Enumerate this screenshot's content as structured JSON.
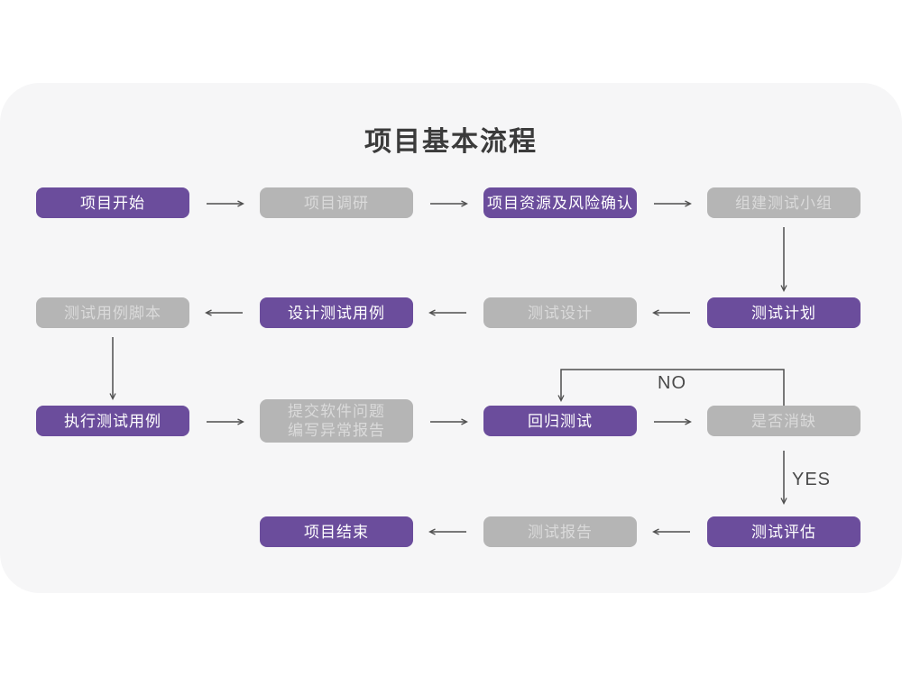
{
  "title": "项目基本流程",
  "colors": {
    "node_purple": "#6b4d9c",
    "node_gray": "#b5b5b5",
    "node_gray_text": "#dadada",
    "node_purple_text": "#ffffff",
    "card_background": "#f6f6f7",
    "page_background": "#ffffff",
    "arrow": "#4f4f4f",
    "title_text": "#3b3b3b"
  },
  "nodes": [
    {
      "id": "project-start",
      "label": "项目开始",
      "style": "purple"
    },
    {
      "id": "project-research",
      "label": "项目调研",
      "style": "gray"
    },
    {
      "id": "resource-risk",
      "label": "项目资源及风险确认",
      "style": "purple"
    },
    {
      "id": "build-test-team",
      "label": "组建测试小组",
      "style": "gray"
    },
    {
      "id": "test-plan",
      "label": "测试计划",
      "style": "purple"
    },
    {
      "id": "test-design",
      "label": "测试设计",
      "style": "gray"
    },
    {
      "id": "design-test-case",
      "label": "设计测试用例",
      "style": "purple"
    },
    {
      "id": "test-case-script",
      "label": "测试用例脚本",
      "style": "gray"
    },
    {
      "id": "run-test-case",
      "label": "执行测试用例",
      "style": "purple"
    },
    {
      "id": "submit-issue-report",
      "label": "提交软件问题\n编写异常报告",
      "style": "gray"
    },
    {
      "id": "regression-test",
      "label": "回归测试",
      "style": "purple"
    },
    {
      "id": "defect-cleared",
      "label": "是否消缺",
      "style": "gray"
    },
    {
      "id": "test-evaluation",
      "label": "测试评估",
      "style": "purple"
    },
    {
      "id": "test-report",
      "label": "测试报告",
      "style": "gray"
    },
    {
      "id": "project-end",
      "label": "项目结束",
      "style": "purple"
    }
  ],
  "edge_labels": {
    "no": "NO",
    "yes": "YES"
  },
  "edges": [
    {
      "from": "项目开始",
      "to": "项目调研"
    },
    {
      "from": "项目调研",
      "to": "项目资源及风险确认"
    },
    {
      "from": "项目资源及风险确认",
      "to": "组建测试小组"
    },
    {
      "from": "组建测试小组",
      "to": "测试计划"
    },
    {
      "from": "测试计划",
      "to": "测试设计"
    },
    {
      "from": "测试设计",
      "to": "设计测试用例"
    },
    {
      "from": "设计测试用例",
      "to": "测试用例脚本"
    },
    {
      "from": "测试用例脚本",
      "to": "执行测试用例"
    },
    {
      "from": "执行测试用例",
      "to": "提交软件问题编写异常报告"
    },
    {
      "from": "提交软件问题编写异常报告",
      "to": "回归测试"
    },
    {
      "from": "回归测试",
      "to": "是否消缺"
    },
    {
      "from": "是否消缺",
      "to": "回归测试",
      "label": "NO"
    },
    {
      "from": "是否消缺",
      "to": "测试评估",
      "label": "YES"
    },
    {
      "from": "测试评估",
      "to": "测试报告"
    },
    {
      "from": "测试报告",
      "to": "项目结束"
    }
  ]
}
